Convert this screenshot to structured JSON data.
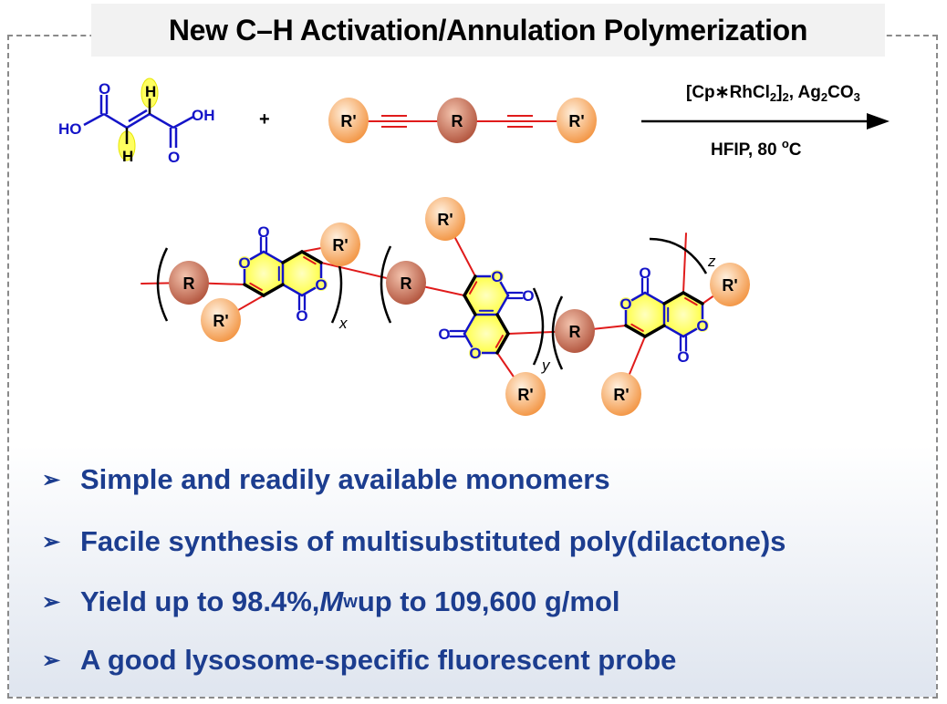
{
  "title": "New C–H Activation/Annulation Polymerization",
  "reactant1": {
    "HO": "HO",
    "OH": "OH",
    "O": "O",
    "H": "H"
  },
  "plus": "+",
  "monomer": {
    "end": "R'",
    "core": "R"
  },
  "conditions": {
    "line1": {
      "a": "[Cp",
      "star": "∗",
      "b": "RhCl",
      "s1": "2",
      "c": "]",
      "s2": "2",
      "d": ", Ag",
      "s3": "2",
      "e": "CO",
      "s4": "3"
    },
    "line2": {
      "a": "HFIP, 80 ",
      "deg": "o",
      "b": "C"
    }
  },
  "polymer": {
    "core_label": "R",
    "sub_label": "R'",
    "atom_O": "O",
    "subscripts": {
      "x": "x",
      "y": "y",
      "z": "z"
    }
  },
  "bullets": [
    {
      "text": "Simple and readily available monomers"
    },
    {
      "text": "Facile synthesis of multisubstituted poly(dilactone)s"
    },
    {
      "pre": "Yield up to 98.4%, ",
      "italic": "M",
      "sub": "w",
      "post": " up to 109,600 g/mol"
    },
    {
      "text": "A good lysosome-specific fluorescent probe"
    }
  ],
  "bullet_marker": "➢",
  "colors": {
    "blue": "#1414c8",
    "red": "#e01b1b",
    "text_blue": "#1c3d8f",
    "yellow": "#ffff4a",
    "orange": "#f39a4a",
    "brown": "#b8593c"
  }
}
